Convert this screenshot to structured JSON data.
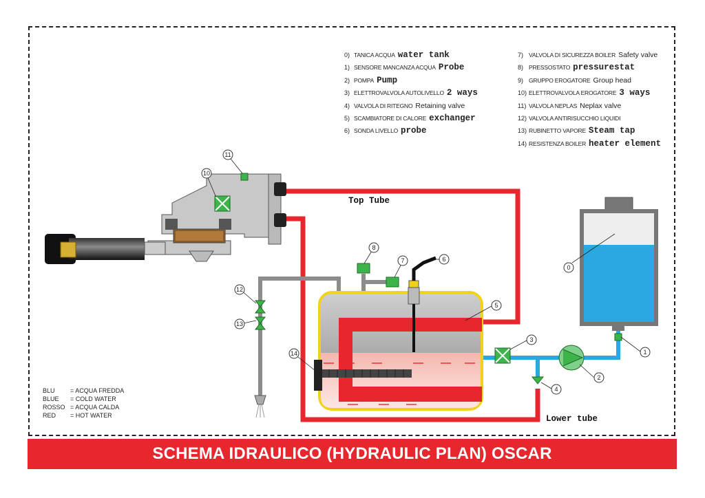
{
  "legend": {
    "left": [
      {
        "num": "0)",
        "it": "TANICA ACQUA",
        "en": "water tank",
        "font": "mono"
      },
      {
        "num": "1)",
        "it": "SENSORE MANCANZA ACQUA",
        "en": "Probe",
        "font": "mono"
      },
      {
        "num": "2)",
        "it": "POMPA",
        "en": "Pump",
        "font": "mono"
      },
      {
        "num": "3)",
        "it": "ELETTROVALVOLA AUTOLIVELLO",
        "en": "2 ways",
        "font": "mono"
      },
      {
        "num": "4)",
        "it": "VALVOLA DI RITEGNO",
        "en": "Retaining valve",
        "font": "sans"
      },
      {
        "num": "5)",
        "it": "SCAMBIATORE DI CALORE",
        "en": "exchanger",
        "font": "mono"
      },
      {
        "num": "6)",
        "it": "SONDA LIVELLO",
        "en": "probe",
        "font": "mono"
      }
    ],
    "right": [
      {
        "num": "7)",
        "it": "VALVOLA DI SICUREZZA BOILER",
        "en": "Safety valve",
        "font": "sans"
      },
      {
        "num": "8)",
        "it": "PRESSOSTATO",
        "en": "pressurestat",
        "font": "mono"
      },
      {
        "num": "9)",
        "it": "GRUPPO EROGATORE",
        "en": "Group head",
        "font": "sans"
      },
      {
        "num": "10)",
        "it": "ELETTROVALVOLA EROGATORE",
        "en": "3 ways",
        "font": "mono"
      },
      {
        "num": "11)",
        "it": "VALVOLA NEPLAS",
        "en": "Neplax valve",
        "font": "sans"
      },
      {
        "num": "12)",
        "it": "VALVOLA ANTIRISUCCHIO LIQUIDI",
        "en": "",
        "font": "sans"
      },
      {
        "num": "13)",
        "it": "RUBINETTO VAPORE",
        "en": "Steam tap",
        "font": "mono"
      },
      {
        "num": "14)",
        "it": "RESISTENZA BOILER",
        "en": "heater element",
        "font": "mono"
      }
    ]
  },
  "labels": {
    "top_tube": "Top Tube",
    "lower_tube": "Lower tube"
  },
  "callouts": [
    "0",
    "1",
    "2",
    "3",
    "4",
    "5",
    "6",
    "7",
    "8",
    "10",
    "11",
    "12",
    "13",
    "14"
  ],
  "color_key": [
    {
      "k": "BLU",
      "v": "= ACQUA FREDDA"
    },
    {
      "k": "BLUE",
      "v": "= COLD WATER"
    },
    {
      "k": "ROSSO",
      "v": "= ACQUA CALDA"
    },
    {
      "k": "RED",
      "v": "= HOT WATER"
    }
  ],
  "title": "SCHEMA IDRAULICO (HYDRAULIC PLAN) OSCAR",
  "colors": {
    "hot": "#e8262d",
    "cold": "#29a9e0",
    "steam": "#8c8c8c",
    "footer": "#e8262d"
  }
}
